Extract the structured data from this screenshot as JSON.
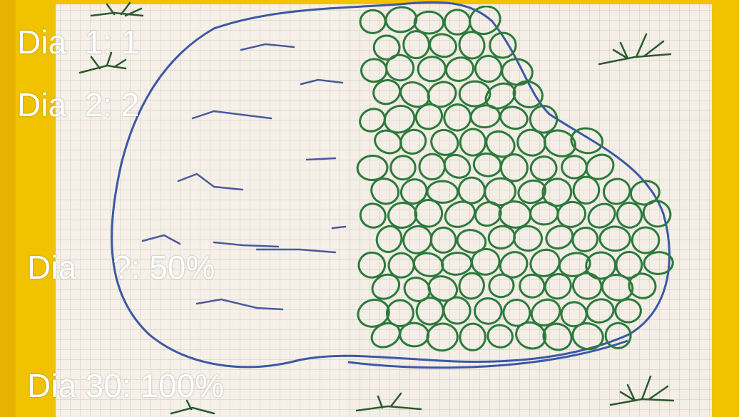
{
  "captions": {
    "day1": "Dia  1: 1",
    "day2": "Dia  2: 2",
    "day_half": "Dia    ?: 50%",
    "day30": "Dia 30: 100%"
  },
  "colors": {
    "background_board": "#f1c200",
    "paper": "#f4efe7",
    "grid_line": "#c9c3bb",
    "pond_outline": "#3c56a0",
    "lily_pad": "#2c7a3c",
    "caption_text": "#ffffff"
  },
  "scene": {
    "description_icons": [
      "pond-outline",
      "water-ripple-marks",
      "lily-pads",
      "grass-tufts"
    ],
    "lily_pad_coverage_fraction": 0.5
  }
}
